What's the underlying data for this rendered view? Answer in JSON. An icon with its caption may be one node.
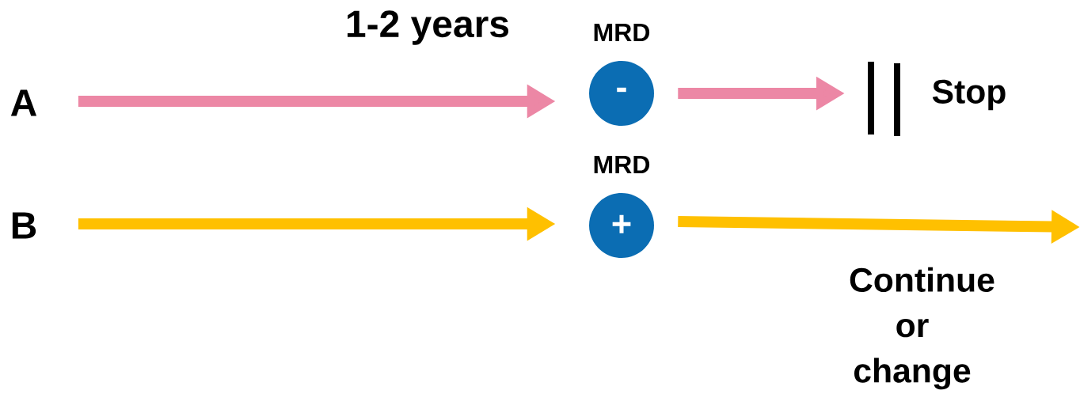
{
  "diagram": {
    "nodes": [
      {
        "text": [
          "A"
        ]
      },
      {
        "text": [
          "-"
        ],
        "beside": [
          "MRD"
        ]
      },
      {
        "text": [
          "Stop"
        ]
      },
      {
        "text": [
          "B"
        ]
      },
      {
        "text": [
          "+"
        ],
        "beside": [
          "MRD"
        ]
      }
    ],
    "edges": [
      {
        "from": 0,
        "to": 1,
        "arrow": "to",
        "label": "1-2 years",
        "color": "#ec87a5"
      },
      {
        "from": 1,
        "to": 2,
        "arrow": "to",
        "color": "#ec87a5"
      },
      {
        "from": 3,
        "to": 4,
        "arrow": "to",
        "color": "#ffc000"
      },
      {
        "from": 4,
        "to": null,
        "arrow": "to",
        "label": "Continue or change",
        "color": "#ffc000"
      }
    ]
  }
}
